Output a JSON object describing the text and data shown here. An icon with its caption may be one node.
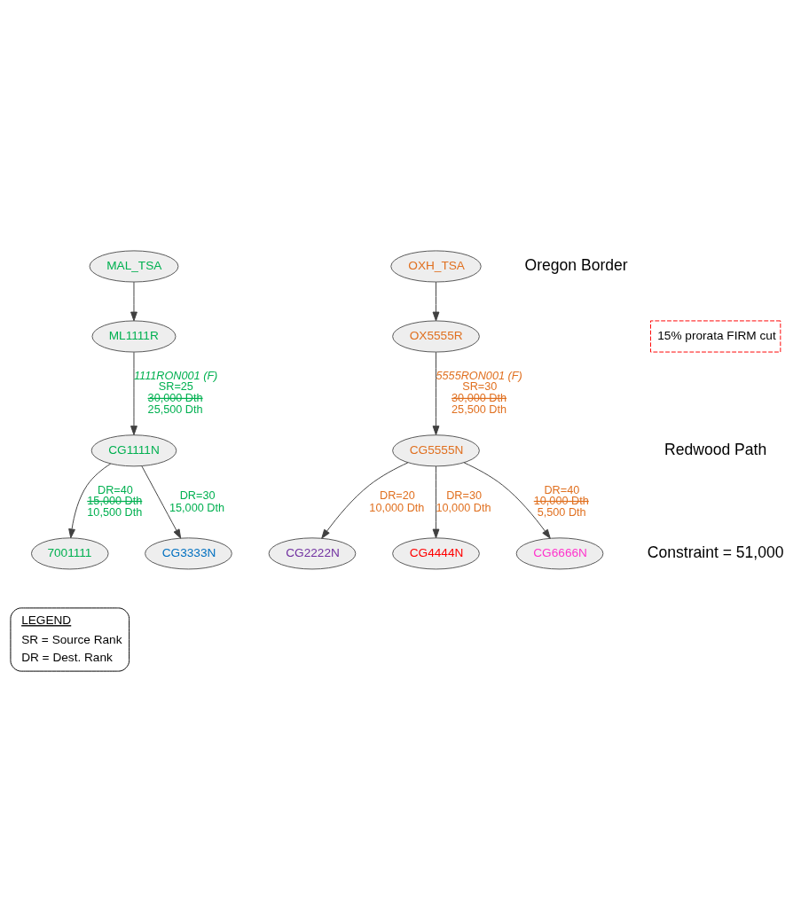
{
  "diagram": {
    "nodes": [
      {
        "text": [
          "MAL_TSA"
        ]
      },
      {
        "text": [
          "OXH_TSA"
        ]
      },
      {
        "text": [
          "ML1111R"
        ]
      },
      {
        "text": [
          "OX5555R"
        ]
      },
      {
        "text": [
          "15% prorata FIRM cut"
        ]
      },
      {
        "text": [
          "CG1111N"
        ]
      },
      {
        "text": [
          "CG5555N"
        ]
      },
      {
        "text": [
          "CG2222N"
        ]
      },
      {
        "text": [
          "7001111"
        ]
      },
      {
        "text": [
          "CG4444N"
        ]
      },
      {
        "text": [
          "CG3333N"
        ]
      },
      {
        "text": [
          "CG6666N"
        ]
      }
    ],
    "edges": [
      {
        "from": 0,
        "to": 2,
        "arrow": "to"
      },
      {
        "from": 1,
        "to": 3,
        "arrow": "to"
      },
      {
        "from": 2,
        "to": 5,
        "arrow": "to",
        "label": "1111RON001 (F)\nSR=25\n30,000 Dth\n25,500 Dth"
      },
      {
        "from": 3,
        "to": 6,
        "arrow": "to",
        "label": "5555RON001 (F)\nSR=30\n30,000 Dth\n25,500 Dth"
      },
      {
        "from": 5,
        "to": 8,
        "arrow": "to",
        "label": "DR=40\n15,000 Dth\n10,500 Dth"
      },
      {
        "from": 5,
        "to": 10,
        "arrow": "to",
        "label": "DR=30\n15,000 Dth"
      },
      {
        "from": 6,
        "to": 7,
        "arrow": "to",
        "label": "DR=20\n10,000 Dth"
      },
      {
        "from": 6,
        "to": 9,
        "arrow": "to",
        "label": "DR=30\n10,000 Dth"
      },
      {
        "from": 6,
        "to": 11,
        "arrow": "to",
        "label": "DR=40\n10,000 Dth\n5,500 Dth"
      }
    ],
    "labels": [
      "Oregon Border",
      "Redwood Path",
      "Constraint = 51,000",
      "LEGEND"
    ],
    "legend": [
      {
        "text": "SR = Source Rank"
      },
      {
        "text": "DR = Dest. Rank"
      }
    ]
  }
}
